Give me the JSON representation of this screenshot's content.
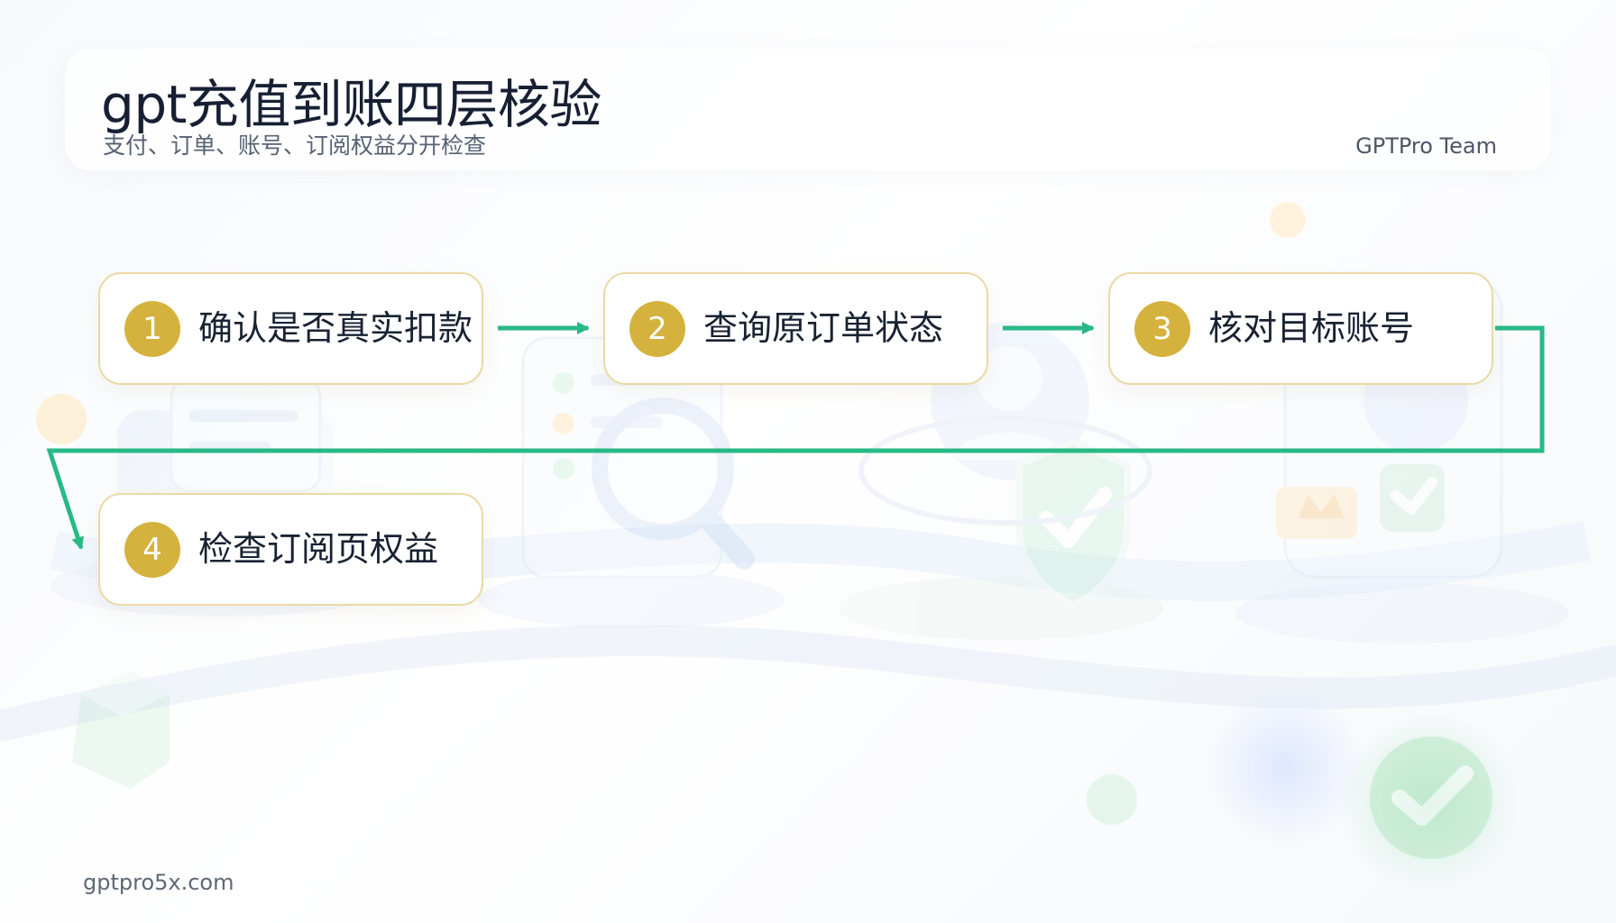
{
  "header": {
    "title": "gpt充值到账四层核验",
    "subtitle": "支付、订单、账号、订阅权益分开检查",
    "team": "GPTPro Team"
  },
  "steps": [
    {
      "number": "1",
      "label": "确认是否真实扣款"
    },
    {
      "number": "2",
      "label": "查询原订单状态"
    },
    {
      "number": "3",
      "label": "核对目标账号"
    },
    {
      "number": "4",
      "label": "检查订阅页权益"
    }
  ],
  "footer": {
    "website": "gptpro5x.com"
  },
  "colors": {
    "accent_green": "#28b987",
    "badge_gold": "#d5b23e",
    "card_border": "#ead9a4"
  },
  "icons": {
    "background_icons": [
      "payment-card-icon",
      "order-search-icon",
      "user-shield-icon",
      "crown-checklist-icon",
      "check-badge-icon"
    ]
  }
}
